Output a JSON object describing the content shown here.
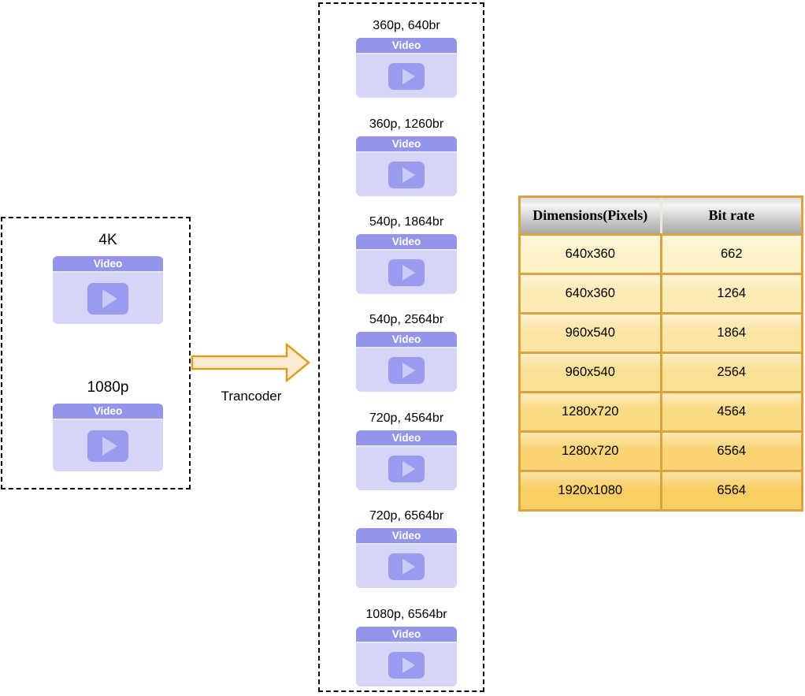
{
  "source": {
    "items": [
      {
        "label": "4K",
        "player_title": "Video"
      },
      {
        "label": "1080p",
        "player_title": "Video"
      }
    ]
  },
  "transcoder": {
    "label": "Trancoder"
  },
  "outputs": {
    "items": [
      {
        "label": "360p, 640br",
        "player_title": "Video"
      },
      {
        "label": "360p, 1260br",
        "player_title": "Video"
      },
      {
        "label": "540p, 1864br",
        "player_title": "Video"
      },
      {
        "label": "540p, 2564br",
        "player_title": "Video"
      },
      {
        "label": "720p, 4564br",
        "player_title": "Video"
      },
      {
        "label": "720p, 6564br",
        "player_title": "Video"
      },
      {
        "label": "1080p, 6564br",
        "player_title": "Video"
      }
    ]
  },
  "table": {
    "headers": [
      "Dimensions(Pixels)",
      "Bit rate"
    ],
    "rows": [
      [
        "640x360",
        "662"
      ],
      [
        "640x360",
        "1264"
      ],
      [
        "960x540",
        "1864"
      ],
      [
        "960x540",
        "2564"
      ],
      [
        "1280x720",
        "4564"
      ],
      [
        "1280x720",
        "6564"
      ],
      [
        "1920x1080",
        "6564"
      ]
    ]
  },
  "colors": {
    "player_header": "#9395EA",
    "player_body": "#D4D5F7",
    "play_button": "#999BEE",
    "play_triangle": "#C9CAF5",
    "arrow_fill": "#FDEAD2",
    "arrow_stroke": "#D99F1F",
    "table_border": "#D9A43F"
  }
}
